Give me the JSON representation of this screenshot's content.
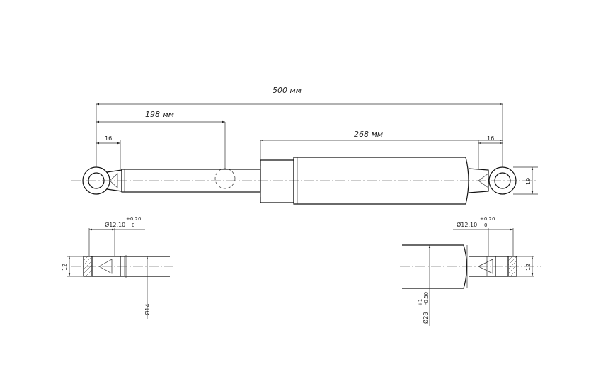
{
  "dimensions": {
    "total_length": "500 мм",
    "rod_length": "198 мм",
    "body_length": "268 мм",
    "eye_left": "16",
    "eye_right": "16",
    "eye_height": "19"
  },
  "detail_left": {
    "hole_dia": "Ø12,10",
    "tol_upper": "+0,20",
    "tol_lower": "0",
    "height": "12",
    "rod_dia": "Ø14"
  },
  "detail_right": {
    "hole_dia": "Ø12,10",
    "tol_upper": "+0,20",
    "tol_lower": "0",
    "height": "12",
    "body_dia": "Ø28",
    "body_tol_upper": "+1",
    "body_tol_lower": "-0,50"
  }
}
